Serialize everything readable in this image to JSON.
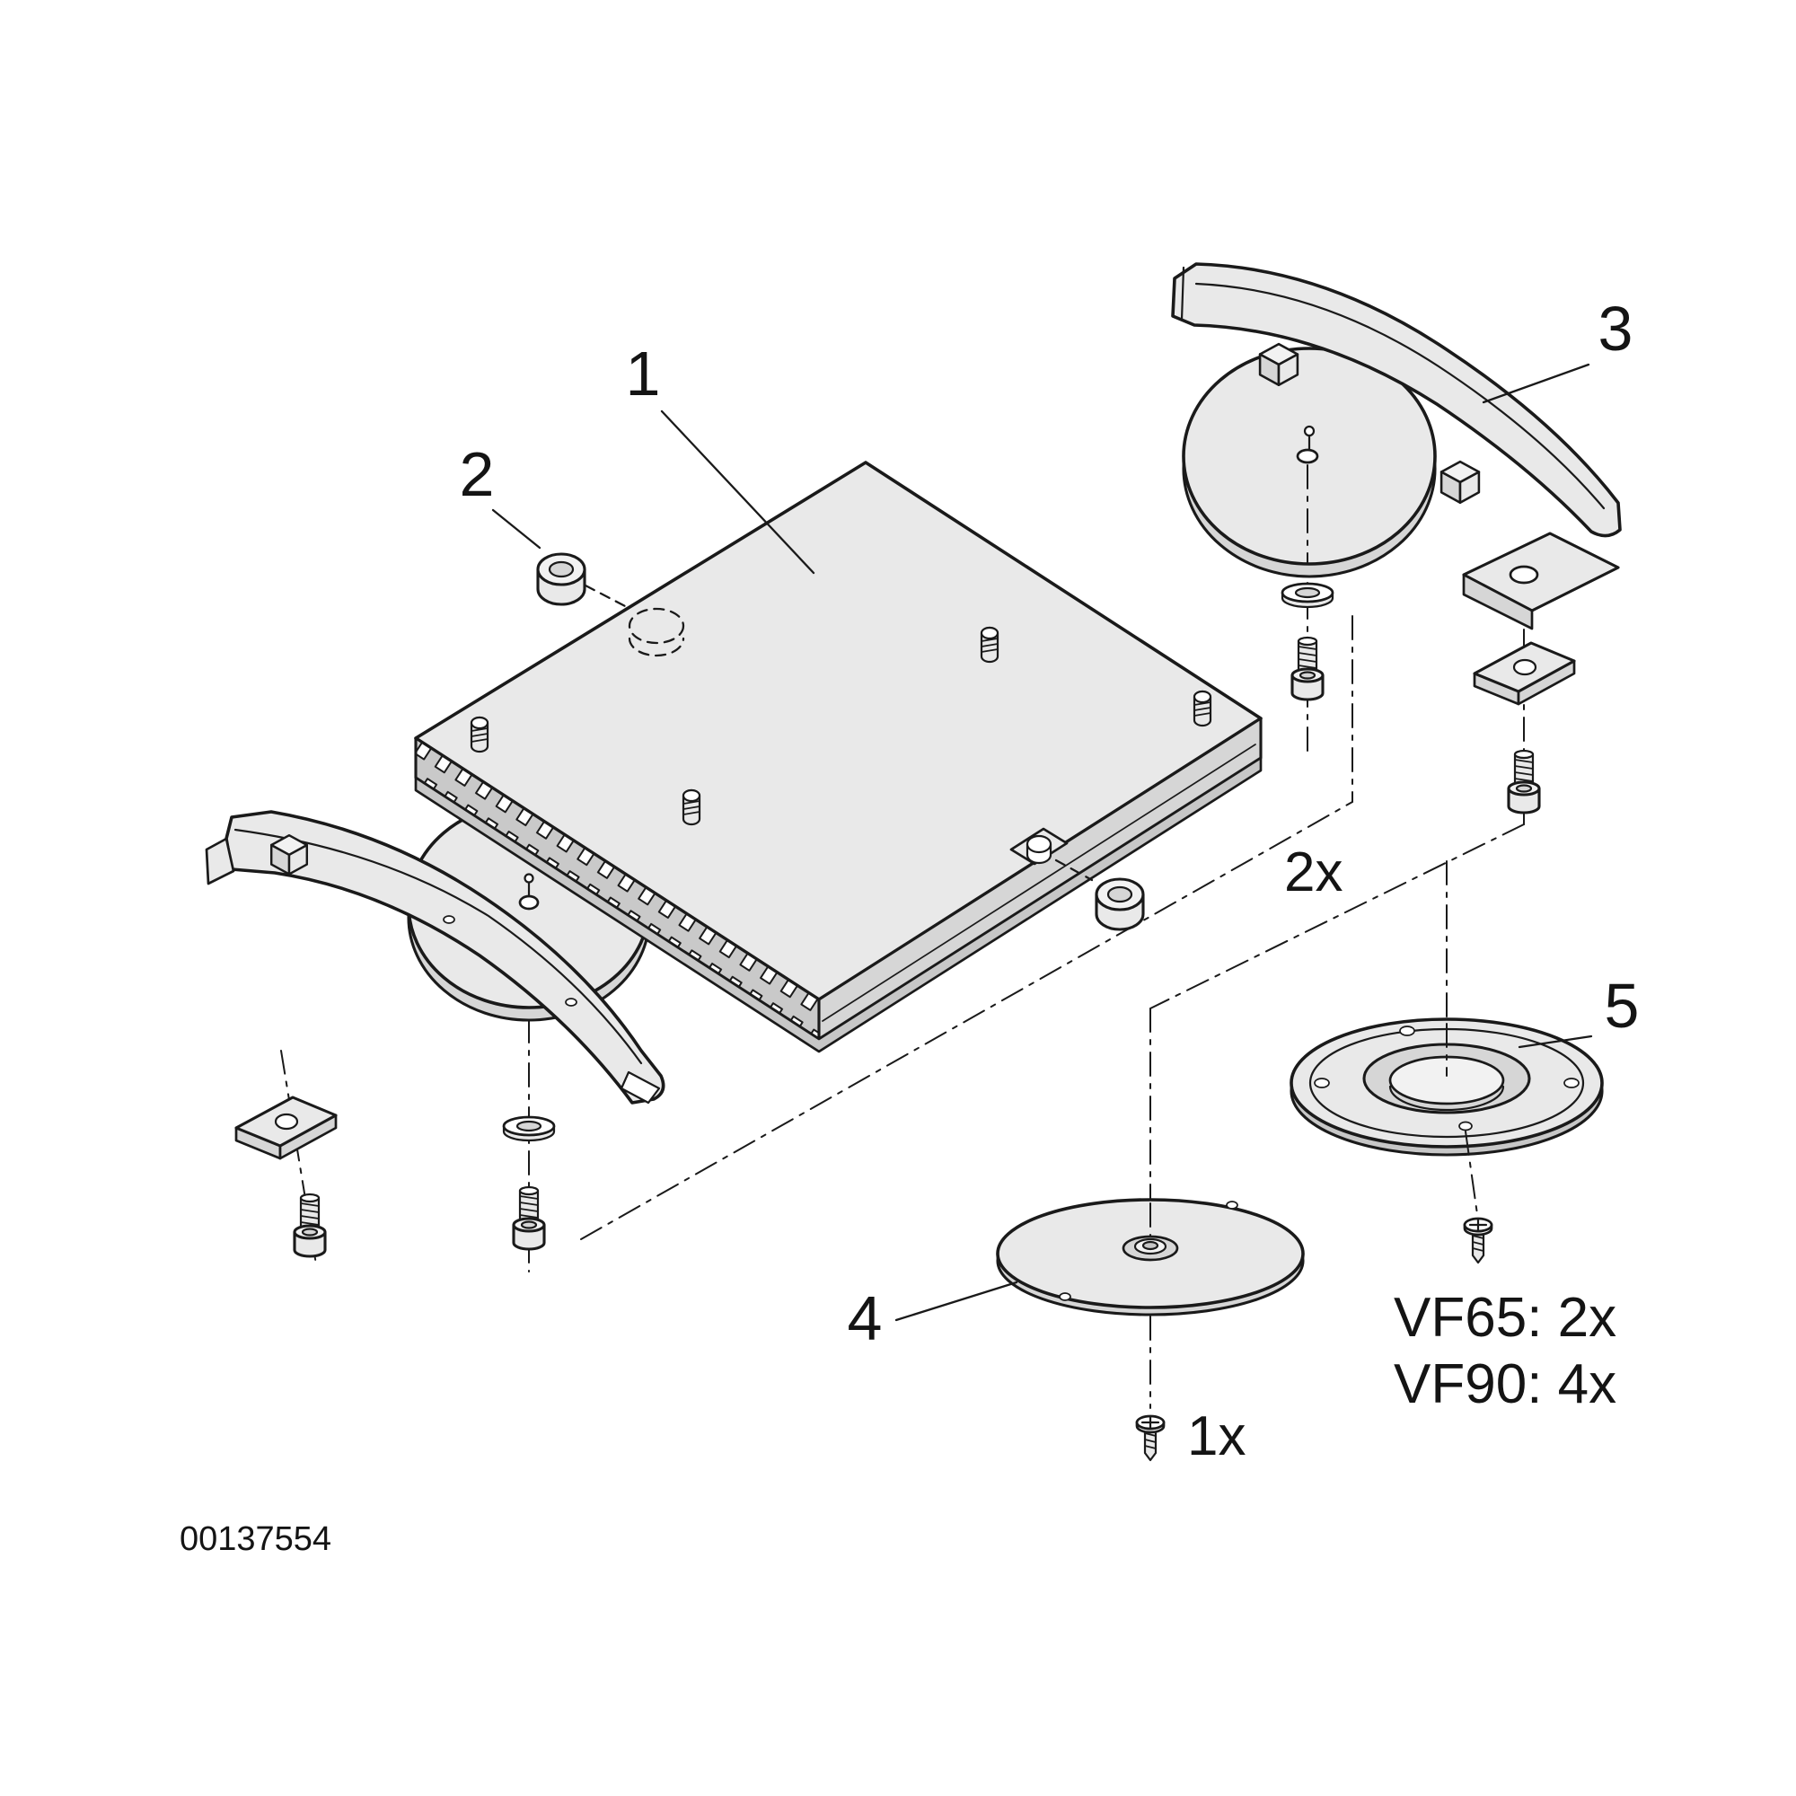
{
  "diagram": {
    "callouts": [
      "1",
      "2",
      "3",
      "4",
      "5"
    ],
    "labels": {
      "assembly_qty": "2x",
      "disc_screw_qty": "1x",
      "vf65_qty": "VF65: 2x",
      "vf90_qty": "VF90: 4x"
    },
    "document_number": "00137554",
    "colors": {
      "line": "#1a1a1a",
      "fill_light": "#e9e9e9",
      "fill_mid": "#d6d6d6",
      "background": "#ffffff"
    }
  }
}
